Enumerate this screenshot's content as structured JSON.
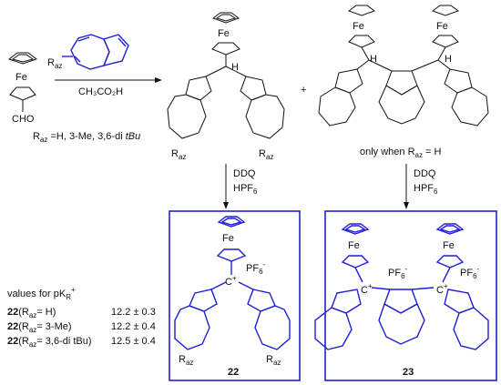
{
  "labels": {
    "fe": "Fe",
    "cho": "CHO",
    "raz": "R",
    "az": "az",
    "h": "H",
    "plus": "+",
    "reagent": "CH₃CO₂H",
    "raz_condition": "Rₐz =H, 3-Me, 3,6-di tBu",
    "raz_condition_prefix": "R",
    "raz_condition_rest": " =H, 3-Me, 3,6-di ",
    "raz_condition_tbu": "tBu",
    "only_when": "only when R",
    "only_when_suffix": " = H",
    "ddq": "DDQ",
    "hpf": "HPF",
    "pf6_sub": "6",
    "pf6_sup": "-",
    "cplus": "C",
    "compound_22": "22",
    "compound_23": "23"
  },
  "pkr_table": {
    "heading": "values for pK",
    "heading_sub": "R",
    "heading_sup": "+",
    "rows": [
      {
        "compound": "22",
        "substituent_prefix": "(R",
        "substituent_sub": "az",
        "substituent_suffix": "= H)",
        "value": "12.2 ± 0.3"
      },
      {
        "compound": "22",
        "substituent_prefix": "(R",
        "substituent_sub": "az",
        "substituent_suffix": "= 3-Me)",
        "value": "12.2 ± 0.4"
      },
      {
        "compound": "22",
        "substituent_prefix": "(R",
        "substituent_sub": "az",
        "substituent_suffix": "= 3,6-di tBu)",
        "value": "12.5 ± 0.4"
      }
    ]
  },
  "colors": {
    "ink": "#111111",
    "accent_blue": "#1f1fd6"
  }
}
